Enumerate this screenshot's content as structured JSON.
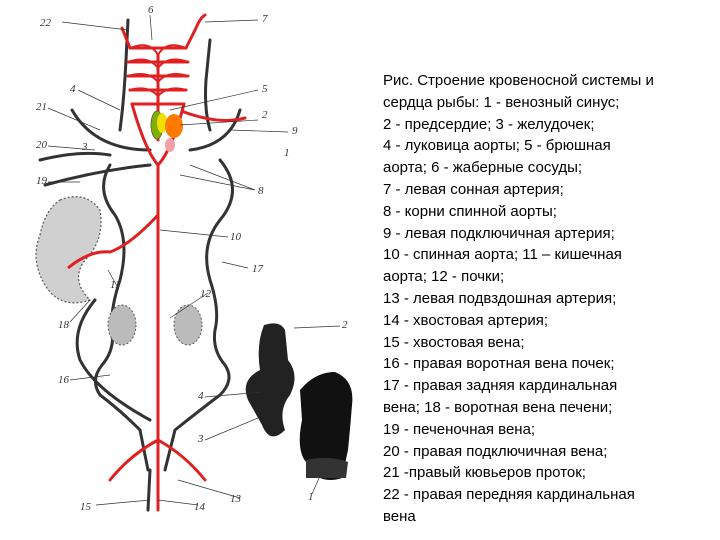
{
  "diagram": {
    "labels": {
      "n1": "1",
      "n2": "2",
      "n3": "3",
      "n4": "4",
      "n5": "5",
      "n6": "6",
      "n7": "7",
      "n8": "8",
      "n9": "9",
      "n10": "10",
      "n11": "11",
      "n12": "12",
      "n13": "13",
      "n14": "14",
      "n15": "15",
      "n16": "16",
      "n17": "17",
      "n18": "18",
      "n19": "19",
      "n20": "20",
      "n21": "21",
      "n22": "22",
      "heart_1": "1",
      "heart_2": "2",
      "heart_3": "3",
      "heart_4": "4"
    },
    "colors": {
      "artery": "#e02020",
      "vein": "#333333",
      "sinus": "#7fb000",
      "atrium": "#f0e000",
      "ventricle": "#ff7a00",
      "bulbus": "#f4a0a8",
      "heart_detail": "#111111"
    }
  },
  "caption": {
    "lines": [
      "Рис. Строение кровеносной системы и",
      " сердца рыбы: 1 - венозный синус;",
      "2 - предсердие; 3 - желудочек;",
      " 4 - луковица аорты; 5 - брюшная",
      "аорта; 6 - жаберные сосуды;",
      "7 - левая сонная артерия;",
      "8 - корни спинной аорты;",
      " 9 - левая подключичная артерия;",
      "10 - спинная аорта; 11 – кишечная",
      " аорта; 12 - почки;",
      "13 - левая подвздошная артерия;",
      "14 - хвостовая артерия;",
      "15 - хвостовая вена;",
      "16 - правая воротная вена почек;",
      " 17 - правая задняя кардинальная",
      "вена; 18 - воротная вена печени;",
      "19 - печеночная вена;",
      "20 - правая подключичная вена;",
      "21 -правый кювьеров проток;",
      "22 - правая передняя кардинальная",
      "вена"
    ]
  }
}
